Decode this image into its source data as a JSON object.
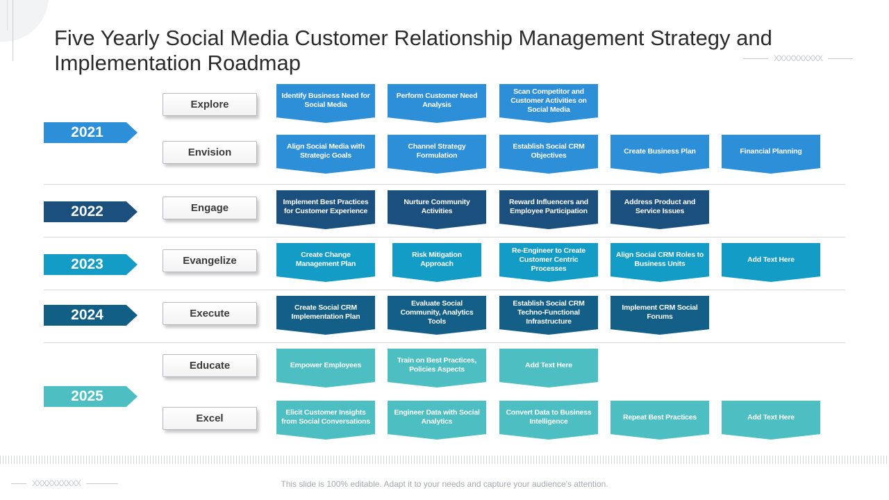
{
  "title": "Five Yearly Social Media Customer Relationship Management Strategy and Implementation Roadmap",
  "decoration_text": "XXXXXXXXXX",
  "footer_text": "This slide is 100% editable. Adapt it to your needs and capture your audience's attention.",
  "colors": {
    "year_2021": "#2e8fd9",
    "year_2022": "#1b4f7d",
    "year_2023": "#129cc6",
    "year_2024": "#125f86",
    "year_2025": "#4dbfc3",
    "explore_envision": "#2e8fd9",
    "engage": "#1b4f7d",
    "evangelize": "#129cc6",
    "execute": "#135f87",
    "educate_excel": "#4dbfc3"
  },
  "years": [
    {
      "label": "2021"
    },
    {
      "label": "2022"
    },
    {
      "label": "2023"
    },
    {
      "label": "2024"
    },
    {
      "label": "2025"
    }
  ],
  "stages": [
    {
      "label": "Explore",
      "items": [
        "Identify Business Need for Social Media",
        "Perform Customer Need Analysis",
        "Scan Competitor and Customer Activities on Social Media"
      ]
    },
    {
      "label": "Envision",
      "items": [
        "Align Social Media with Strategic Goals",
        "Channel Strategy Formulation",
        "Establish Social CRM Objectives",
        "Create Business Plan",
        "Financial Planning"
      ]
    },
    {
      "label": "Engage",
      "items": [
        "Implement Best Practices for Customer Experience",
        "Nurture Community Activities",
        "Reward Influencers and Employee Participation",
        "Address Product and Service Issues"
      ]
    },
    {
      "label": "Evangelize",
      "items": [
        "Create Change Management Plan",
        "Risk Mitigation Approach",
        "Re-Engineer to Create Customer Centric Processes",
        "Align Social CRM Roles to Business Units",
        "Add Text Here"
      ]
    },
    {
      "label": "Execute",
      "items": [
        "Create Social CRM Implementation Plan",
        "Evaluate Social Community, Analytics Tools",
        "Establish Social CRM Techno-Functional Infrastructure",
        "Implement CRM Social Forums"
      ]
    },
    {
      "label": "Educate",
      "items": [
        "Empower Employees",
        "Train on Best Practices, Policies Aspects",
        "Add Text Here"
      ]
    },
    {
      "label": "Excel",
      "items": [
        "Elicit Customer Insights from Social Conversations",
        "Engineer Data with Social Analytics",
        "Convert Data to Business Intelligence",
        "Repeat Best Practices",
        "Add Text Here"
      ]
    }
  ]
}
